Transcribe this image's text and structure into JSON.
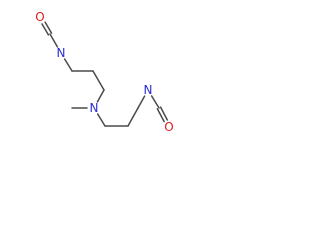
{
  "molecule": {
    "atom_colors": {
      "N": "#2b2bd6",
      "O": "#e01b1b",
      "bond": "#4a4a4a"
    },
    "atoms": [
      {
        "id": "O1",
        "symbol": "O"
      },
      {
        "id": "C1",
        "symbol": ""
      },
      {
        "id": "N1",
        "symbol": "N"
      },
      {
        "id": "C2",
        "symbol": ""
      },
      {
        "id": "C3",
        "symbol": ""
      },
      {
        "id": "C4",
        "symbol": ""
      },
      {
        "id": "N2",
        "symbol": "N"
      },
      {
        "id": "CM",
        "symbol": ""
      },
      {
        "id": "C5",
        "symbol": ""
      },
      {
        "id": "C6",
        "symbol": ""
      },
      {
        "id": "C7",
        "symbol": ""
      },
      {
        "id": "N3",
        "symbol": "N"
      },
      {
        "id": "C8",
        "symbol": ""
      },
      {
        "id": "O2",
        "symbol": "O"
      }
    ],
    "bonds": [
      {
        "a": "O1",
        "b": "C1",
        "order": 2
      },
      {
        "a": "C1",
        "b": "N1",
        "order": 1
      },
      {
        "a": "N1",
        "b": "C2",
        "order": 1
      },
      {
        "a": "C2",
        "b": "C3",
        "order": 1
      },
      {
        "a": "C3",
        "b": "C4",
        "order": 1
      },
      {
        "a": "C4",
        "b": "N2",
        "order": 1
      },
      {
        "a": "N2",
        "b": "CM",
        "order": 1
      },
      {
        "a": "N2",
        "b": "C5",
        "order": 1
      },
      {
        "a": "C5",
        "b": "C6",
        "order": 1
      },
      {
        "a": "C6",
        "b": "C7",
        "order": 1
      },
      {
        "a": "C7",
        "b": "N3",
        "order": 1
      },
      {
        "a": "N3",
        "b": "C8",
        "order": 1
      },
      {
        "a": "C8",
        "b": "O2",
        "order": 2
      }
    ]
  }
}
